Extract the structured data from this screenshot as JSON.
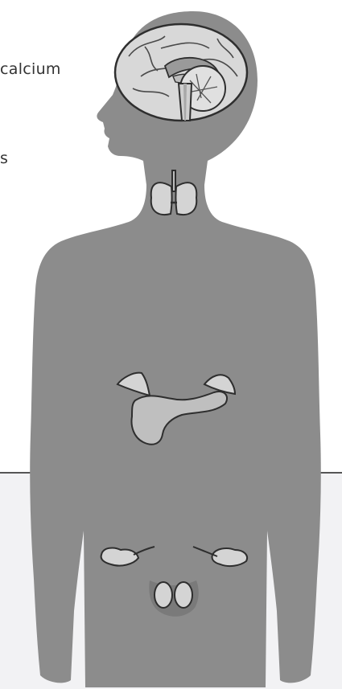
{
  "labels": {
    "top_text": "calcium",
    "mid_text": "s"
  },
  "colors": {
    "body_fill": "#8c8c8c",
    "organ_fill": "#d0d0d0",
    "organ_stroke": "#3a3a3a",
    "panel_fill": "#f2f2f4",
    "divider": "#555555"
  },
  "organs": [
    "brain",
    "thyroid",
    "adrenal-glands",
    "pancreas",
    "ovaries",
    "testes"
  ]
}
